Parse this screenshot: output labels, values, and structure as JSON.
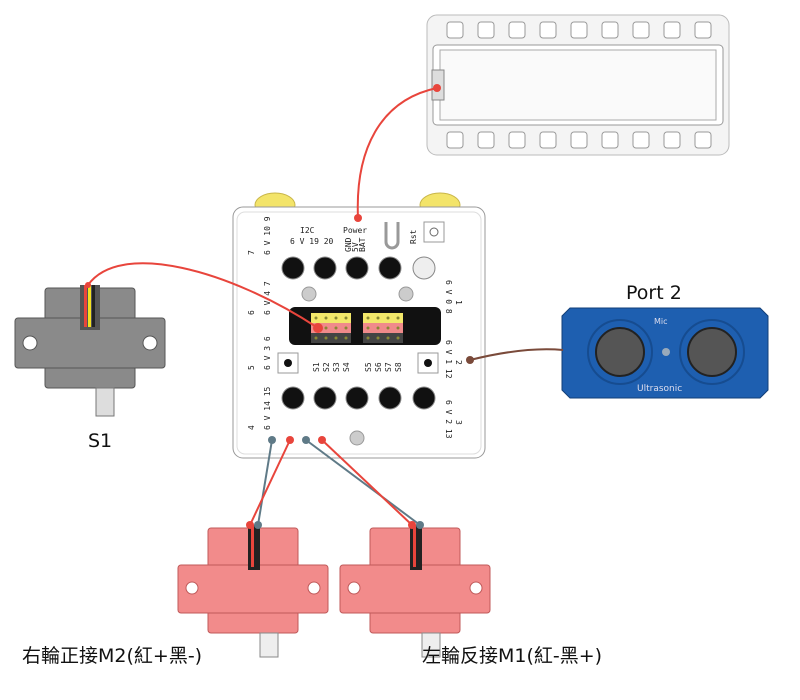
{
  "colors": {
    "wire_red": "#e8453c",
    "wire_gray": "#5f7a87",
    "wire_brown": "#7a4a3a",
    "motor": "#f28b8b",
    "ultrasonic": "#1e5fb0",
    "servo": "#8a8a8a",
    "board": "#ffffff"
  },
  "labels": {
    "port2": "Port 2",
    "s1": "S1",
    "right_motor": "右輪正接M2(紅+黑-)",
    "left_motor": "左輪反接M1(紅-黑+)"
  },
  "board": {
    "i2c": "I2C",
    "i2c_pins": "6 V 19 20",
    "power": "Power",
    "power_pins": [
      "GND",
      "5V",
      "BAT"
    ],
    "rst": "Rst",
    "ports": [
      {
        "num": "7",
        "pins": "6 V 10 9"
      },
      {
        "num": "6",
        "pins": "6 V 4 7"
      },
      {
        "num": "5",
        "pins": "6 V 3 6"
      },
      {
        "num": "4",
        "pins": "6 V 14 15"
      },
      {
        "num": "1",
        "pins": "6 V 0 8"
      },
      {
        "num": "2",
        "pins": "6 V 1 12"
      },
      {
        "num": "3",
        "pins": "6 V 2 13"
      }
    ],
    "servo_pins": [
      "S1",
      "S2",
      "S3",
      "S4",
      "S5",
      "S6",
      "S7",
      "S8"
    ]
  },
  "ultrasonic": {
    "mic": "Mic",
    "name": "Ultrasonic"
  }
}
